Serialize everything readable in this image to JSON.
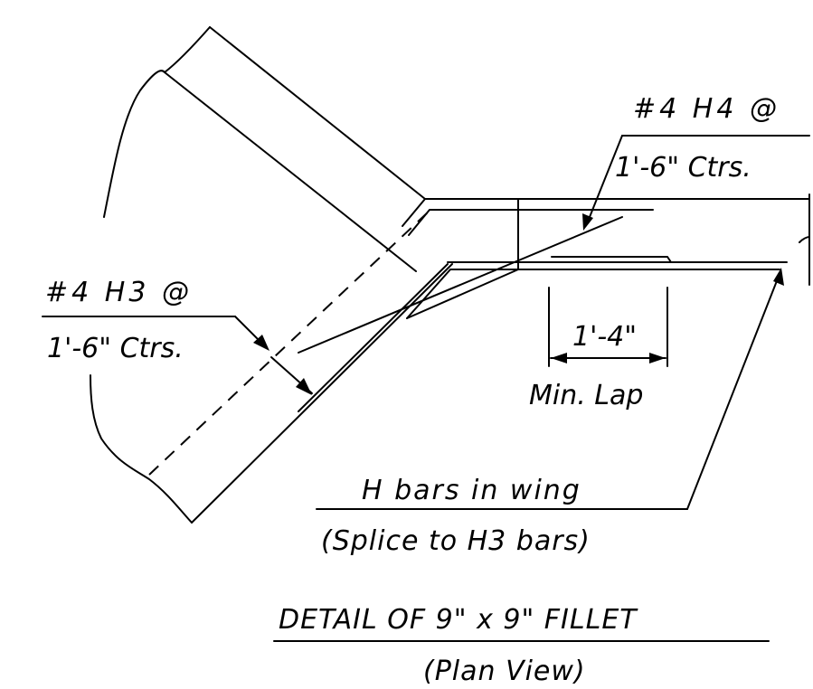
{
  "labels": {
    "h4_bar": "#4 H4 @",
    "h4_spacing": "1'-6\" Ctrs.",
    "h3_bar": "#4 H3 @",
    "h3_spacing": "1'-6\" Ctrs.",
    "lap_dim": "1'-4\"",
    "lap_note": "Min. Lap",
    "h_bars": "H bars in wing",
    "splice_note": "(Splice to H3 bars)"
  },
  "title": {
    "main": "DETAIL OF 9\" x 9\" FILLET",
    "sub": "(Plan View)"
  }
}
